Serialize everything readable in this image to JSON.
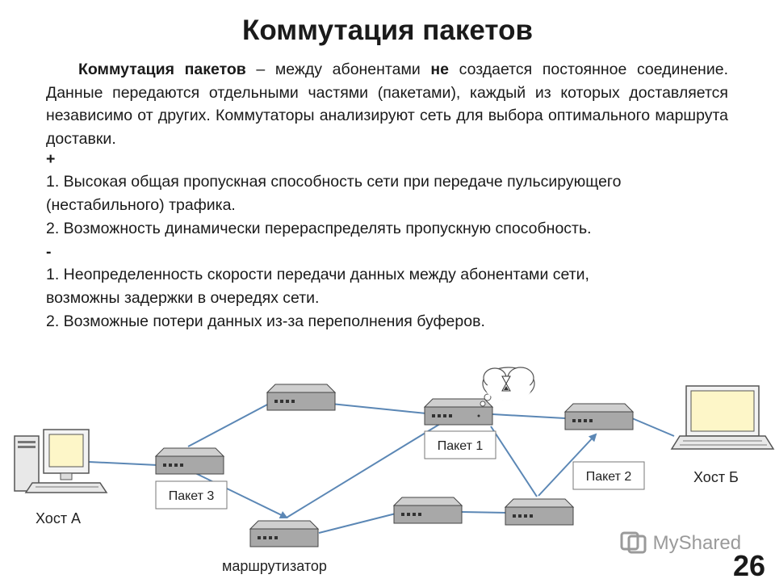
{
  "title": "Коммутация пакетов",
  "intro": {
    "term": "Коммутация пакетов",
    "part1": " – между абонентами ",
    "negation": "не",
    "part2": " создается постоянное соединение. Данные передаются отдельными частями (пакетами), каждый из которых доставляется независимо от других. Коммутаторы анализируют сеть для выбора оптимального маршрута доставки."
  },
  "pros": {
    "sign": "+",
    "items": [
      "1. Высокая общая пропускная способность сети при передаче пульсирующего",
      "(нестабильного) трафика.",
      "2. Возможность динамически перераспределять пропускную способность."
    ]
  },
  "cons": {
    "sign": "-",
    "items": [
      "1. Неопределенность скорости передачи данных между абонентами сети,",
      "возможны задержки в очередях сети.",
      "2. Возможные потери данных из-за переполнения буферов."
    ]
  },
  "diagram": {
    "host_a": "Хост А",
    "host_b": "Хост Б",
    "router_label": "маршрутизатор",
    "packets": [
      "Пакет 1",
      "Пакет 2",
      "Пакет 3"
    ]
  },
  "page_number": "26",
  "watermark": "MyShared",
  "colors": {
    "link": "#5b87b5",
    "router_fill": "#a6a6a6",
    "router_top": "#d0d0d0"
  }
}
